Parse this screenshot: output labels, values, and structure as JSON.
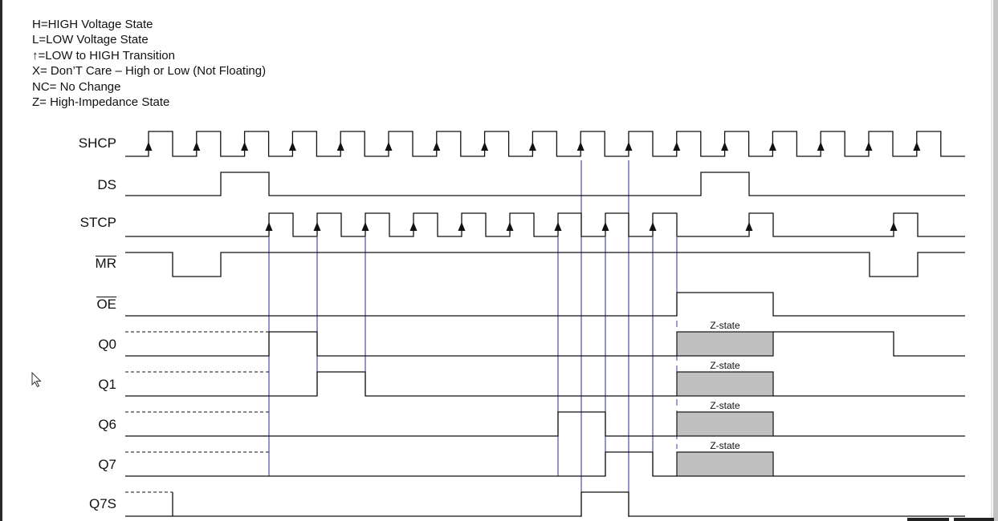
{
  "legend": [
    "H=HIGH Voltage State",
    "L=LOW Voltage State",
    "↑=LOW to HIGH Transition",
    "X= Don’T Care – High or Low (Not Floating)",
    "NC= No Change",
    "Z= High-Impedance State"
  ],
  "signals": [
    {
      "name": "SHCP",
      "overbar": false
    },
    {
      "name": "DS",
      "overbar": false
    },
    {
      "name": "STCP",
      "overbar": false
    },
    {
      "name": "MR",
      "overbar": true
    },
    {
      "name": "OE",
      "overbar": true
    },
    {
      "name": "Q0",
      "overbar": false
    },
    {
      "name": "Q1",
      "overbar": false
    },
    {
      "name": "Q6",
      "overbar": false
    },
    {
      "name": "Q7",
      "overbar": false
    },
    {
      "name": "Q7S",
      "overbar": false
    }
  ],
  "z_state_label": "Z-state",
  "colors": {
    "waveform": "#111111",
    "marker_line": "#3a3f9a",
    "z_fill": "#c0c0c0"
  }
}
